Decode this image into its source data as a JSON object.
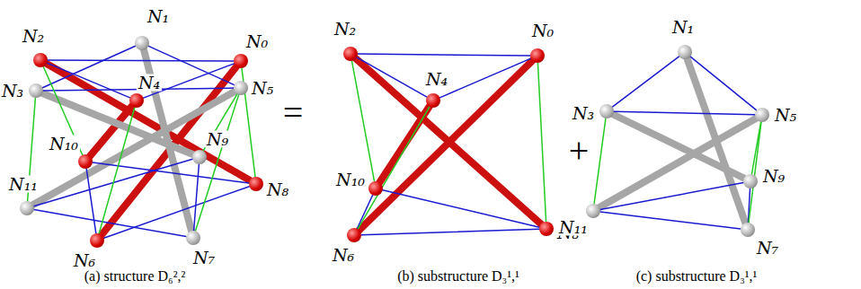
{
  "diagram": {
    "nodes": [
      {
        "text": [
          "N₀"
        ]
      },
      {
        "text": [
          "N₁"
        ]
      },
      {
        "text": [
          "N₂"
        ]
      },
      {
        "text": [
          "N₃"
        ]
      },
      {
        "text": [
          "N₄"
        ]
      },
      {
        "text": [
          "N₅"
        ]
      },
      {
        "text": [
          "N₆"
        ]
      },
      {
        "text": [
          "N₇"
        ]
      },
      {
        "text": [
          "N₈"
        ]
      },
      {
        "text": [
          "N₉"
        ]
      },
      {
        "text": [
          "N₁₀"
        ]
      },
      {
        "text": [
          "N₁₁"
        ]
      },
      {
        "text": [
          "N₀"
        ]
      },
      {
        "text": [
          "N₂"
        ]
      },
      {
        "text": [
          "N₄"
        ]
      },
      {
        "text": [
          "N₆"
        ]
      },
      {
        "text": [
          "N₈"
        ]
      },
      {
        "text": [
          "N₁₀"
        ]
      },
      {
        "text": [
          "N₁"
        ]
      },
      {
        "text": [
          "N₃"
        ]
      },
      {
        "text": [
          "N₅"
        ]
      },
      {
        "text": [
          "N₇"
        ]
      },
      {
        "text": [
          "N₉"
        ]
      },
      {
        "text": [
          "N₁₁"
        ]
      }
    ],
    "edges": [
      {
        "from": 0,
        "to": 6,
        "arrow": "none"
      },
      {
        "from": 2,
        "to": 8,
        "arrow": "none"
      },
      {
        "from": 4,
        "to": 10,
        "arrow": "none"
      },
      {
        "from": 1,
        "to": 7,
        "arrow": "none"
      },
      {
        "from": 3,
        "to": 9,
        "arrow": "none"
      },
      {
        "from": 5,
        "to": 11,
        "arrow": "none"
      },
      {
        "from": 2,
        "to": 0,
        "arrow": "none"
      },
      {
        "from": 2,
        "to": 4,
        "arrow": "none"
      },
      {
        "from": 4,
        "to": 0,
        "arrow": "none"
      },
      {
        "from": 6,
        "to": 8,
        "arrow": "none"
      },
      {
        "from": 8,
        "to": 10,
        "arrow": "none"
      },
      {
        "from": 10,
        "to": 6,
        "arrow": "none"
      },
      {
        "from": 1,
        "to": 3,
        "arrow": "none"
      },
      {
        "from": 1,
        "to": 5,
        "arrow": "none"
      },
      {
        "from": 3,
        "to": 5,
        "arrow": "none"
      },
      {
        "from": 7,
        "to": 9,
        "arrow": "none"
      },
      {
        "from": 9,
        "to": 11,
        "arrow": "none"
      },
      {
        "from": 11,
        "to": 7,
        "arrow": "none"
      },
      {
        "from": 2,
        "to": 10,
        "arrow": "none"
      },
      {
        "from": 4,
        "to": 6,
        "arrow": "none"
      },
      {
        "from": 0,
        "to": 8,
        "arrow": "none"
      },
      {
        "from": 3,
        "to": 11,
        "arrow": "none"
      },
      {
        "from": 5,
        "to": 9,
        "arrow": "none"
      },
      {
        "from": 5,
        "to": 7,
        "arrow": "none"
      },
      {
        "from": 12,
        "to": 15,
        "arrow": "none"
      },
      {
        "from": 13,
        "to": 16,
        "arrow": "none"
      },
      {
        "from": 14,
        "to": 17,
        "arrow": "none"
      },
      {
        "from": 13,
        "to": 12,
        "arrow": "none"
      },
      {
        "from": 13,
        "to": 14,
        "arrow": "none"
      },
      {
        "from": 14,
        "to": 12,
        "arrow": "none"
      },
      {
        "from": 15,
        "to": 16,
        "arrow": "none"
      },
      {
        "from": 16,
        "to": 17,
        "arrow": "none"
      },
      {
        "from": 17,
        "to": 15,
        "arrow": "none"
      },
      {
        "from": 13,
        "to": 17,
        "arrow": "none"
      },
      {
        "from": 14,
        "to": 15,
        "arrow": "none"
      },
      {
        "from": 12,
        "to": 16,
        "arrow": "none"
      },
      {
        "from": 18,
        "to": 21,
        "arrow": "none"
      },
      {
        "from": 19,
        "to": 22,
        "arrow": "none"
      },
      {
        "from": 20,
        "to": 23,
        "arrow": "none"
      },
      {
        "from": 18,
        "to": 19,
        "arrow": "none"
      },
      {
        "from": 18,
        "to": 20,
        "arrow": "none"
      },
      {
        "from": 19,
        "to": 20,
        "arrow": "none"
      },
      {
        "from": 21,
        "to": 22,
        "arrow": "none"
      },
      {
        "from": 22,
        "to": 23,
        "arrow": "none"
      },
      {
        "from": 23,
        "to": 21,
        "arrow": "none"
      },
      {
        "from": 19,
        "to": 23,
        "arrow": "none"
      },
      {
        "from": 20,
        "to": 22,
        "arrow": "none"
      },
      {
        "from": 20,
        "to": 21,
        "arrow": "none"
      }
    ],
    "labels": [
      "=",
      "+",
      "(a) structure D₆²,²",
      "(b) substructure D₃¹,¹",
      "(c) substructure D₃¹,¹"
    ]
  }
}
